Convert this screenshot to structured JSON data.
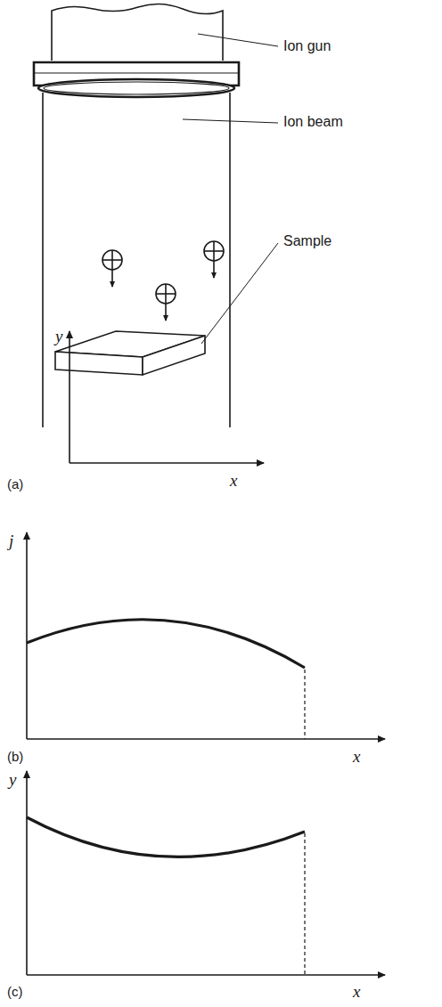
{
  "diagram": {
    "labels": [
      "Ion gun",
      "Ion beam",
      "Sample",
      "y",
      "(a)",
      "x",
      "j",
      "(b)",
      "x",
      "y",
      "(c)",
      "x"
    ]
  }
}
